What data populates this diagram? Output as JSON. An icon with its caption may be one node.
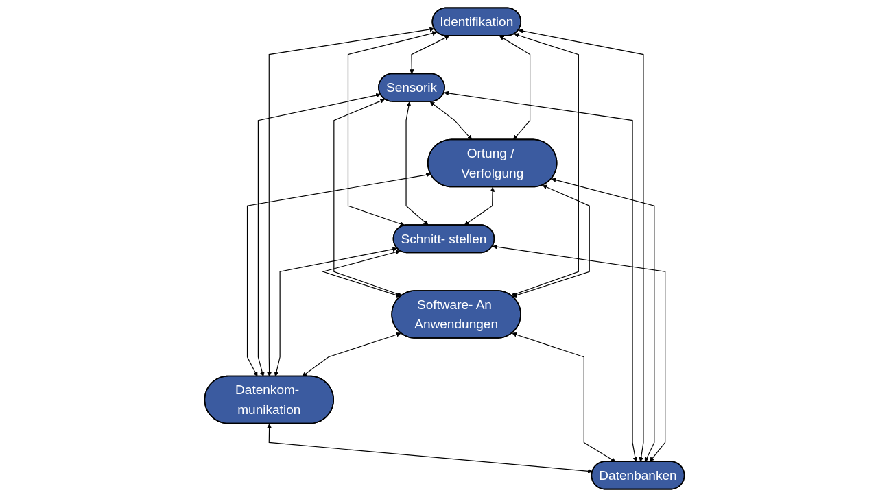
{
  "diagram": {
    "nodes": [
      {
        "text": [
          "Sensorik"
        ]
      },
      {
        "text": [
          "Identifikation"
        ]
      },
      {
        "text": [
          "Ortung / Verfolgung"
        ]
      },
      {
        "text": [
          "Schnitt- stellen"
        ]
      },
      {
        "text": [
          "Datenkom- munikation"
        ]
      },
      {
        "text": [
          "Software- An Anwendungen"
        ]
      },
      {
        "text": [
          "Datenbanken"
        ]
      }
    ],
    "edges": [
      {
        "from": 1,
        "to": 0,
        "arrow": "both"
      },
      {
        "from": 0,
        "to": 2,
        "arrow": "both"
      },
      {
        "from": 2,
        "to": 4,
        "arrow": "both"
      },
      {
        "from": 4,
        "to": 6,
        "arrow": "both"
      },
      {
        "from": 5,
        "to": 6,
        "arrow": "both"
      },
      {
        "from": 3,
        "to": 5,
        "arrow": "both"
      },
      {
        "from": 1,
        "to": 3,
        "arrow": "both"
      },
      {
        "from": 0,
        "to": 3,
        "arrow": "both"
      },
      {
        "from": 0,
        "to": 5,
        "arrow": "both"
      },
      {
        "from": 0,
        "to": 6,
        "arrow": "both"
      },
      {
        "from": 0,
        "to": 4,
        "arrow": "both"
      },
      {
        "from": 1,
        "to": 2,
        "arrow": "both"
      },
      {
        "from": 1,
        "to": 4,
        "arrow": "both"
      },
      {
        "from": 1,
        "to": 6,
        "arrow": "both"
      },
      {
        "from": 1,
        "to": 5,
        "arrow": "both"
      },
      {
        "from": 2,
        "to": 3,
        "arrow": "both"
      },
      {
        "from": 2,
        "to": 5,
        "arrow": "both"
      },
      {
        "from": 2,
        "to": 6,
        "arrow": "both"
      },
      {
        "from": 3,
        "to": 4,
        "arrow": "both"
      },
      {
        "from": 3,
        "to": 6,
        "arrow": "both"
      },
      {
        "from": 5,
        "to": 4,
        "arrow": "both"
      }
    ]
  }
}
